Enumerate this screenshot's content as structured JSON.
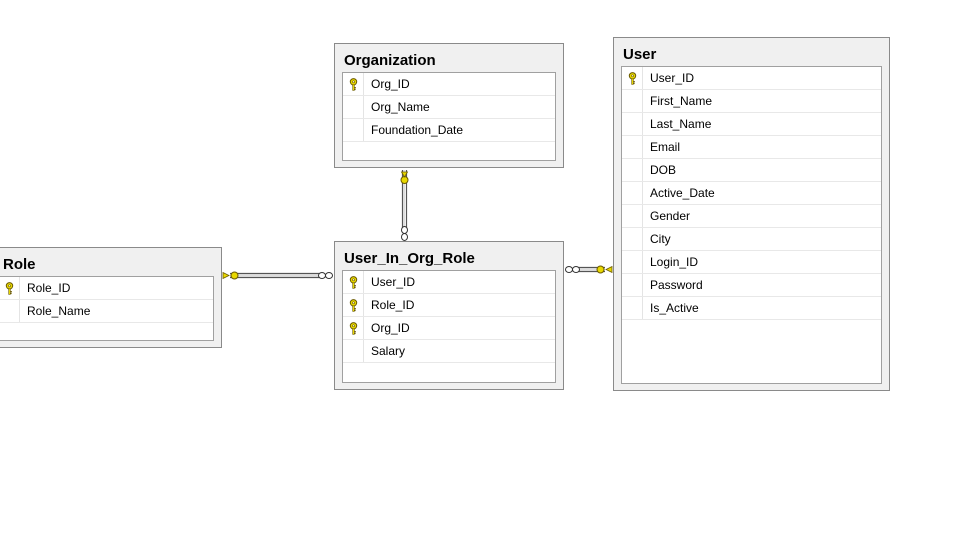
{
  "tables": {
    "organization": {
      "title": "Organization",
      "columns": [
        {
          "name": "Org_ID",
          "key": true
        },
        {
          "name": "Org_Name",
          "key": false
        },
        {
          "name": "Foundation_Date",
          "key": false
        }
      ]
    },
    "user": {
      "title": "User",
      "columns": [
        {
          "name": "User_ID",
          "key": true
        },
        {
          "name": "First_Name",
          "key": false
        },
        {
          "name": "Last_Name",
          "key": false
        },
        {
          "name": "Email",
          "key": false
        },
        {
          "name": "DOB",
          "key": false
        },
        {
          "name": "Active_Date",
          "key": false
        },
        {
          "name": "Gender",
          "key": false
        },
        {
          "name": "City",
          "key": false
        },
        {
          "name": "Login_ID",
          "key": false
        },
        {
          "name": "Password",
          "key": false
        },
        {
          "name": "Is_Active",
          "key": false
        }
      ]
    },
    "role": {
      "title": "Role",
      "columns": [
        {
          "name": "Role_ID",
          "key": true
        },
        {
          "name": "Role_Name",
          "key": false
        }
      ]
    },
    "user_in_org_role": {
      "title": "User_In_Org_Role",
      "columns": [
        {
          "name": "User_ID",
          "key": true
        },
        {
          "name": "Role_ID",
          "key": true
        },
        {
          "name": "Org_ID",
          "key": true
        },
        {
          "name": "Salary",
          "key": false
        }
      ]
    }
  },
  "relationships": [
    {
      "from": "Organization",
      "to": "User_In_Org_Role",
      "one_end": "Organization",
      "many_end": "User_In_Org_Role"
    },
    {
      "from": "Role",
      "to": "User_In_Org_Role",
      "one_end": "Role",
      "many_end": "User_In_Org_Role"
    },
    {
      "from": "User",
      "to": "User_In_Org_Role",
      "one_end": "User",
      "many_end": "User_In_Org_Role"
    }
  ],
  "colors": {
    "key": "#e8d800",
    "key_outline": "#6b5a00",
    "connector": "#555555",
    "panel": "#f0f0f0"
  },
  "icons": {
    "primary_key": "key-icon"
  }
}
